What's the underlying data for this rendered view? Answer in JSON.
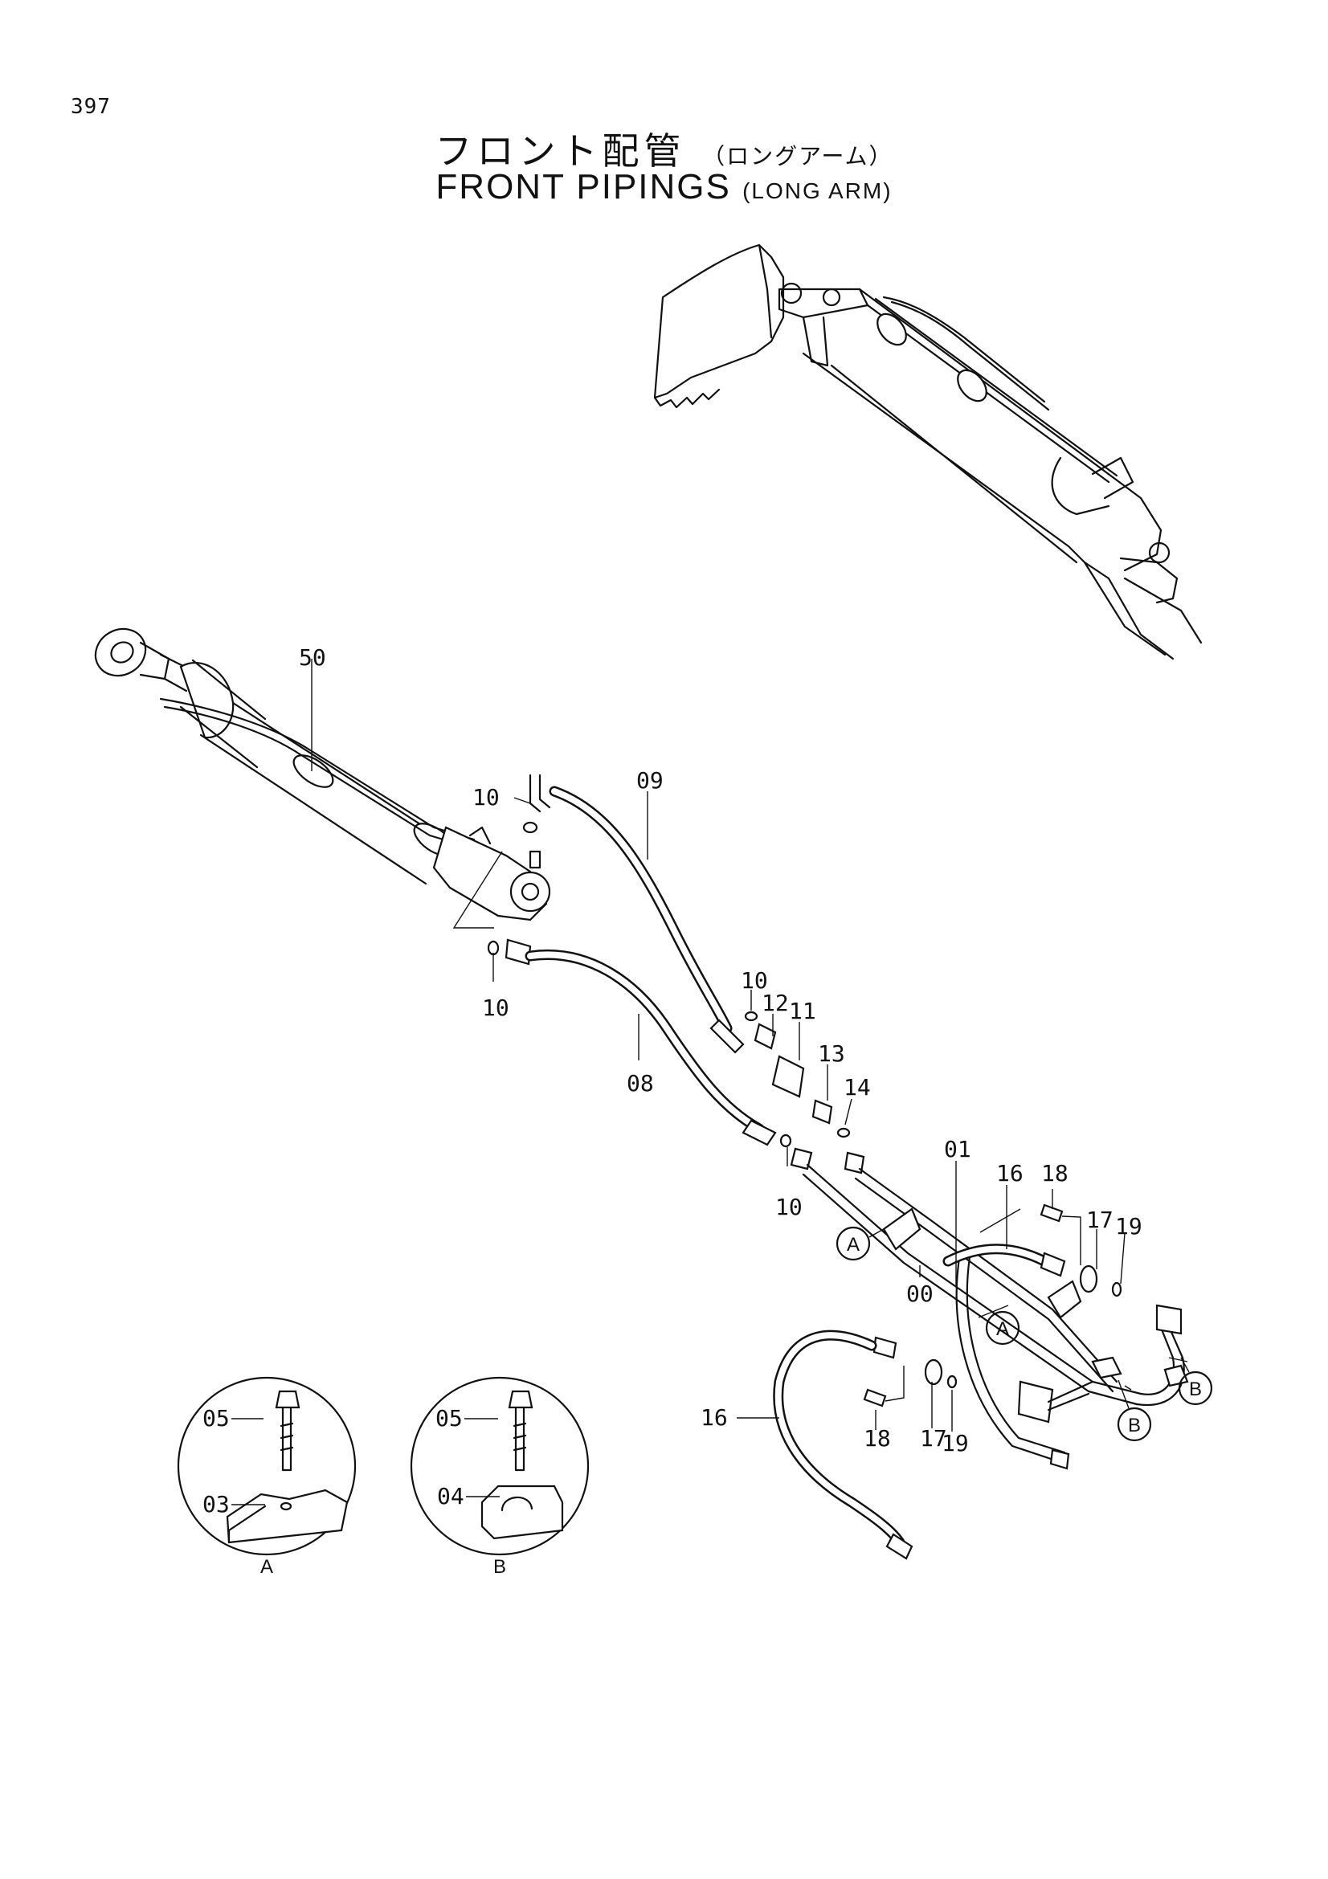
{
  "page_number": "397",
  "title": {
    "ja_main": "フロント配管",
    "ja_sub": "（ロングアーム）",
    "en_main": "FRONT PIPINGS",
    "en_sub": "(LONG ARM)"
  },
  "callouts": {
    "c50": "50",
    "c10a": "10",
    "c09": "09",
    "c10b": "10",
    "c10c": "10",
    "c12": "12",
    "c11": "11",
    "c13": "13",
    "c14": "14",
    "c08": "08",
    "c10d": "10",
    "c01": "01",
    "c16a": "16",
    "c18a": "18",
    "c17a": "17",
    "c19a": "19",
    "c00": "00",
    "c16b": "16",
    "c18b": "18",
    "c17b": "17",
    "c19b": "19",
    "c05a": "05",
    "c03": "03",
    "c05b": "05",
    "c04": "04"
  },
  "markers": {
    "m_a1": "A",
    "m_a2": "A",
    "m_b1": "B",
    "m_b2": "B"
  },
  "details": {
    "detail_a_label": "A",
    "detail_b_label": "B"
  }
}
